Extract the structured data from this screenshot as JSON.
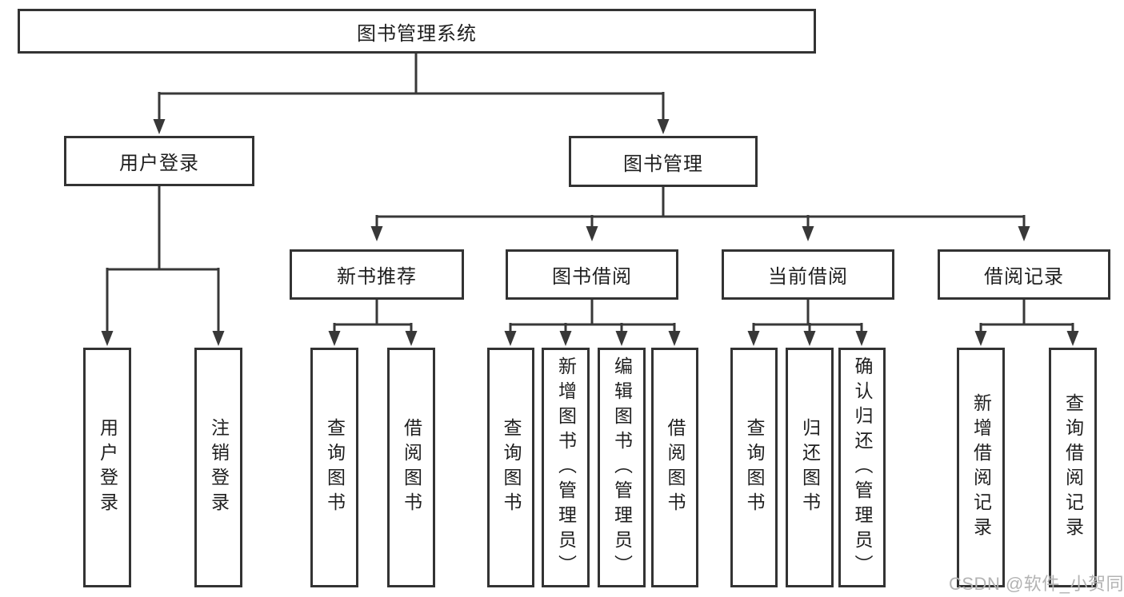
{
  "colors": {
    "line": "#383838",
    "box_border": "#333333",
    "text": "#1f1f1f",
    "background": "#ffffff",
    "watermark": "#b3b3b3"
  },
  "tree": {
    "root": "图书管理系统",
    "children": [
      {
        "label": "用户登录",
        "children": [
          "用户登录",
          "注销登录"
        ]
      },
      {
        "label": "图书管理",
        "children": [
          {
            "label": "新书推荐",
            "children": [
              "查询图书",
              "借阅图书"
            ]
          },
          {
            "label": "图书借阅",
            "children": [
              "查询图书",
              "新增图书（管理员）",
              "编辑图书（管理员）",
              "借阅图书"
            ]
          },
          {
            "label": "当前借阅",
            "children": [
              "查询图书",
              "归还图书",
              "确认归还（管理员）"
            ]
          },
          {
            "label": "借阅记录",
            "children": [
              "新增借阅记录",
              "查询借阅记录"
            ]
          }
        ]
      }
    ]
  },
  "watermark": {
    "text": "CSDN @软件_小贺同学"
  }
}
